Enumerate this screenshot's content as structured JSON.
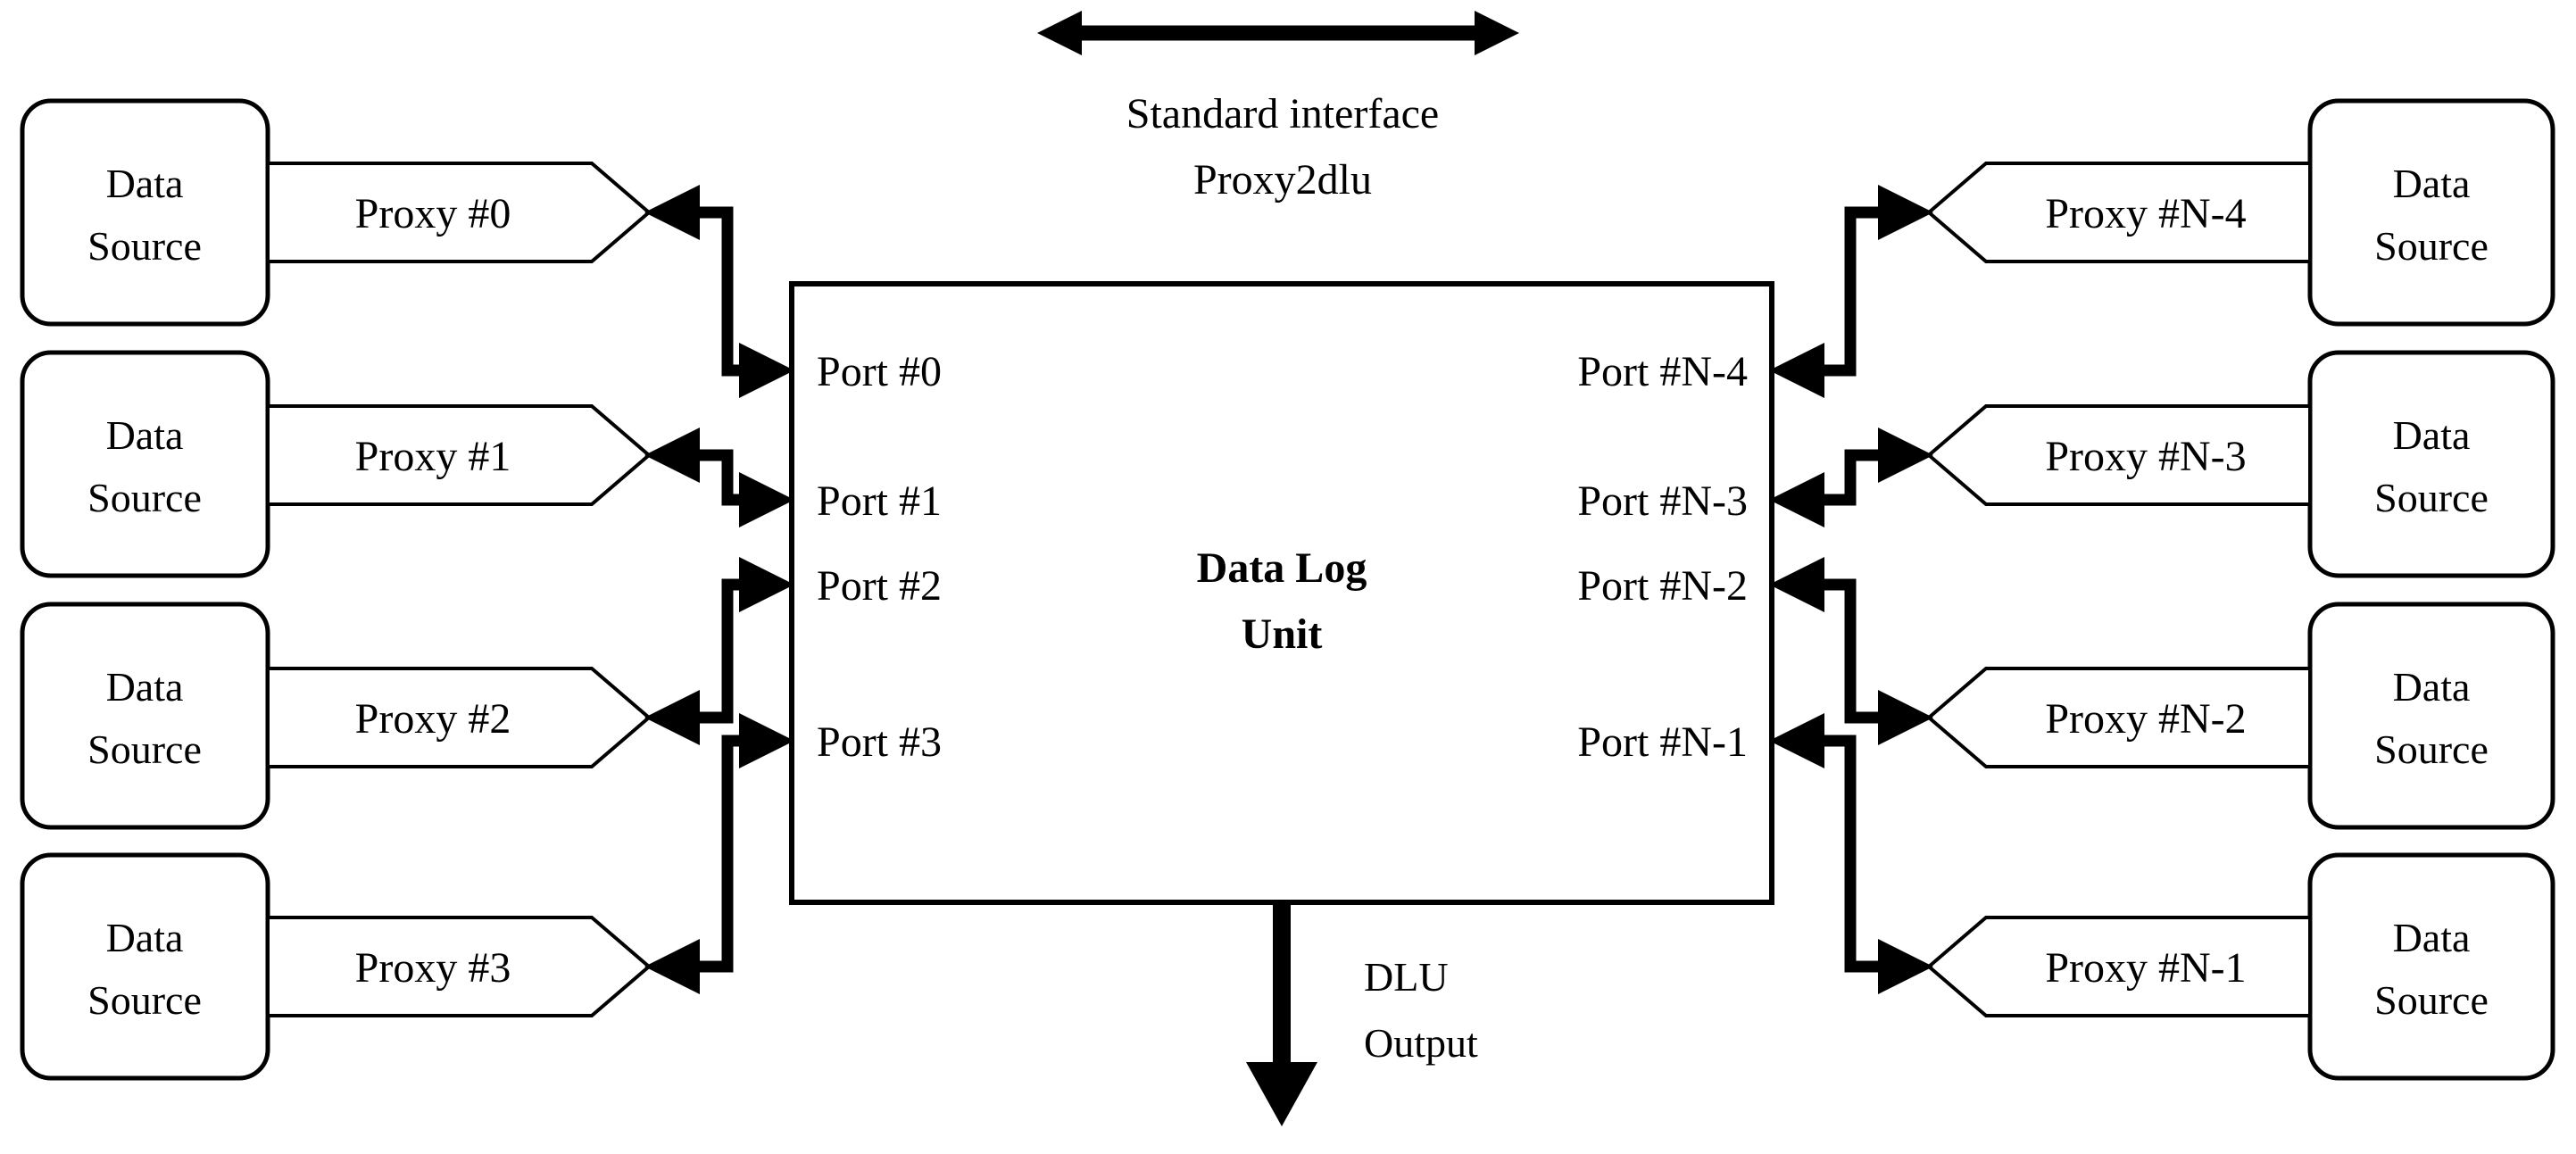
{
  "diagram": {
    "title_hidden": "",
    "colors": {
      "stroke": "#000000",
      "fill": "#ffffff",
      "text": "#000000"
    },
    "interface_label": {
      "line1": "Standard interface",
      "line2": "Proxy2dlu",
      "arrow": "double-headed-horizontal-arrow"
    },
    "center_unit": {
      "label_line1": "Data Log",
      "label_line2": "Unit",
      "output_label_line1": "DLU",
      "output_label_line2": "Output",
      "output_arrow": "down-arrow"
    },
    "left_side": {
      "source_label_line1": "Data",
      "source_label_line2": "Source",
      "rows": [
        {
          "proxy": "Proxy #0",
          "port": "Port #0"
        },
        {
          "proxy": "Proxy #1",
          "port": "Port #1"
        },
        {
          "proxy": "Proxy #2",
          "port": "Port #2"
        },
        {
          "proxy": "Proxy #3",
          "port": "Port #3"
        }
      ]
    },
    "right_side": {
      "source_label_line1": "Data",
      "source_label_line2": "Source",
      "rows": [
        {
          "proxy": "Proxy #N-4",
          "port": "Port #N-4"
        },
        {
          "proxy": "Proxy #N-3",
          "port": "Port #N-3"
        },
        {
          "proxy": "Proxy #N-2",
          "port": "Port #N-2"
        },
        {
          "proxy": "Proxy #N-1",
          "port": "Port #N-1"
        }
      ]
    }
  }
}
